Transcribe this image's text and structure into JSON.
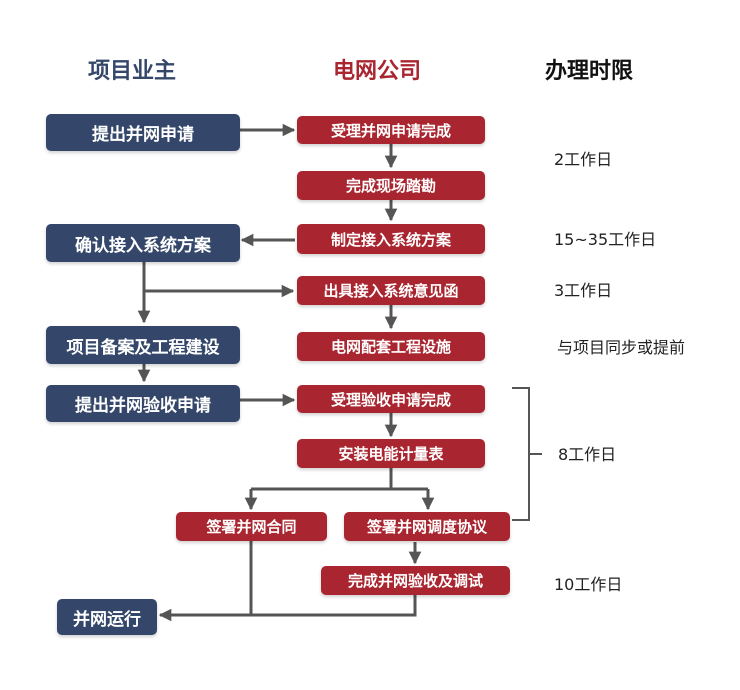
{
  "headers": {
    "owner": "项目业主",
    "grid": "电网公司",
    "time": "办理时限"
  },
  "owner_steps": {
    "apply": "提出并网申请",
    "confirm_plan": "确认接入系统方案",
    "filing_build": "项目备案及工程建设",
    "apply_acceptance": "提出并网验收申请",
    "operation": "并网运行"
  },
  "grid_steps": {
    "accept_apply": "受理并网申请完成",
    "site_survey": "完成现场踏勘",
    "make_plan": "制定接入系统方案",
    "issue_opinion": "出具接入系统意见函",
    "supporting_works": "电网配套工程设施",
    "accept_acceptance": "受理验收申请完成",
    "install_meter": "安装电能计量表",
    "sign_contract": "签署并网合同",
    "sign_dispatch": "签署并网调度协议",
    "finish_acceptance": "完成并网验收及调试"
  },
  "time_limits": {
    "t1": "2工作日",
    "t2": "15~35工作日",
    "t3": "3工作日",
    "t4": "与项目同步或提前",
    "t5": "8工作日",
    "t6": "10工作日"
  },
  "colors": {
    "owner_box": "#34476a",
    "grid_box": "#a9252f",
    "owner_header": "#34476a",
    "grid_header": "#a9252f",
    "time_header": "#111111",
    "arrow": "#555555"
  }
}
